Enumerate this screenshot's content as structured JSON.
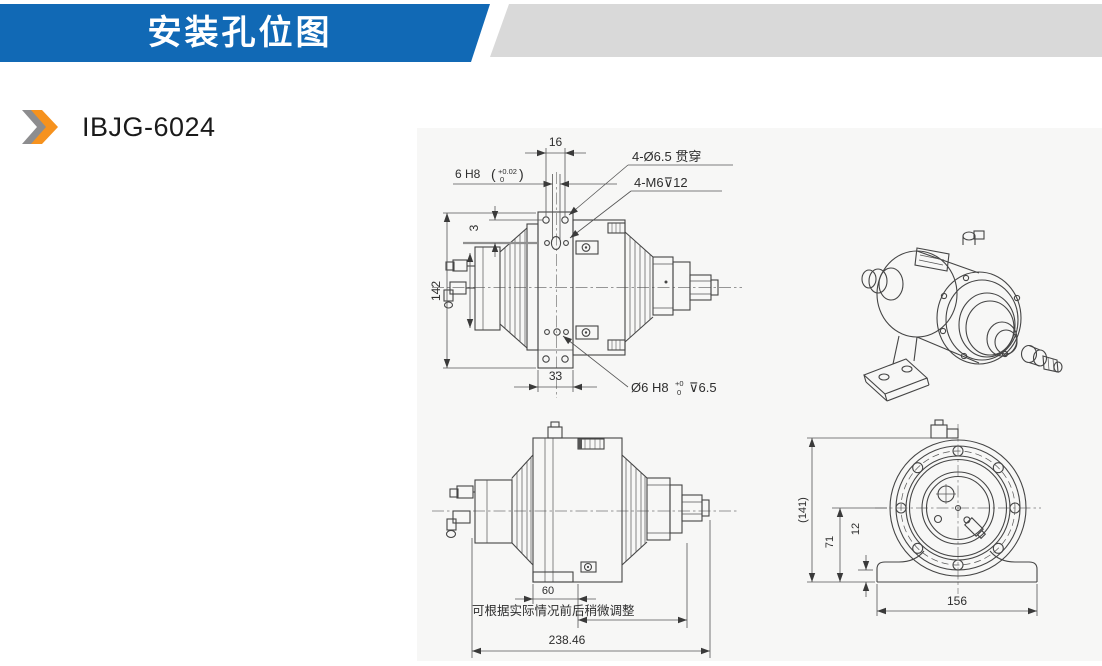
{
  "header": {
    "title": "安装孔位图"
  },
  "model": {
    "name": "IBJG-6024"
  },
  "colors": {
    "accent_blue": "#1169b5",
    "band_gray": "#d9d9d9",
    "chevron_orange": "#f6921e",
    "chevron_gray": "#8d8d8f",
    "drawing_line": "#454545"
  },
  "views": {
    "top_side": {
      "dim_16": "16",
      "fit_label": "6 H8",
      "fit_tol_open": "(",
      "fit_tol_upper": "+0.02",
      "fit_tol_lower": "0",
      "fit_tol_close": ")",
      "label_through_holes": "4-Ø6.5 贯穿",
      "label_tapped_holes": "4-M6⊽12",
      "dim_142": "142",
      "dim_3": "3",
      "dim_33": "33",
      "pilot_prefix": "Ø6 H8",
      "pilot_tol_upper": "+0",
      "pilot_tol_lower": "0",
      "pilot_suffix": "⊽6.5"
    },
    "bottom_side": {
      "dim_60": "60",
      "note_adjust": "可根据实际情况前后稍微调整",
      "dim_total_length": "238.46"
    },
    "front": {
      "dim_height_ref": "(141)",
      "dim_71": "71",
      "dim_12": "12",
      "dim_156": "156"
    }
  }
}
